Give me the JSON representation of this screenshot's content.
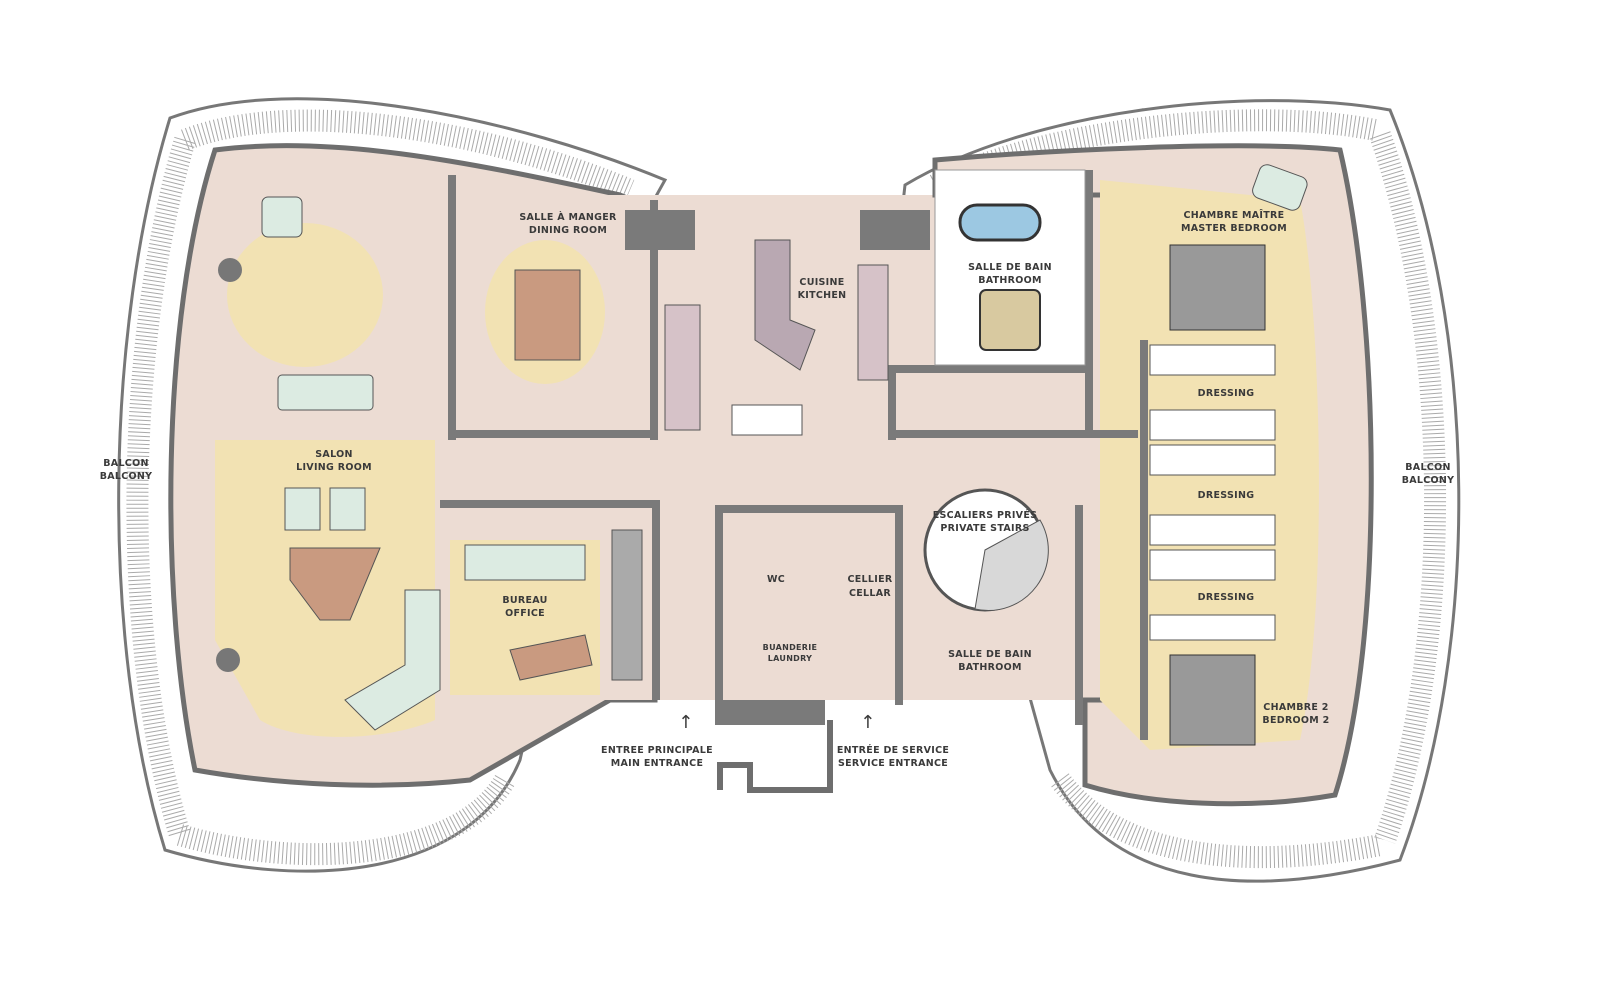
{
  "plan": {
    "colors": {
      "floor": "#ecdcd3",
      "rug": "#f2e2b3",
      "wall": "#777777",
      "balcony": "#ffffff",
      "furniture": "#dcebe2",
      "wood": "#c99a80"
    },
    "rooms": {
      "dining": {
        "fr": "SALLE À MANGER",
        "en": "DINING ROOM"
      },
      "kitchen": {
        "fr": "CUISINE",
        "en": "KITCHEN"
      },
      "bath_top": {
        "fr": "SALLE DE BAIN",
        "en": "BATHROOM"
      },
      "master": {
        "fr": "CHAMBRE MAÎTRE",
        "en": "MASTER BEDROOM"
      },
      "dressing": [
        "DRESSING",
        "DRESSING",
        "DRESSING"
      ],
      "balcony_left": {
        "fr": "BALCON",
        "en": "BALCONY"
      },
      "balcony_right": {
        "fr": "BALCON",
        "en": "BALCONY"
      },
      "living": {
        "fr": "SALON",
        "en": "LIVING ROOM"
      },
      "office": {
        "fr": "BUREAU",
        "en": "OFFICE"
      },
      "wc": "WC",
      "cellar": {
        "fr": "CELLIER",
        "en": "CELLAR"
      },
      "laundry": {
        "fr": "BUANDERIE",
        "en": "LAUNDRY"
      },
      "stairs": {
        "fr": "ESCALIERS PRIVÉS",
        "en": "PRIVATE STAIRS"
      },
      "bath_bottom": {
        "fr": "SALLE DE BAIN",
        "en": "BATHROOM"
      },
      "bedroom2": {
        "fr": "CHAMBRE 2",
        "en": "BEDROOM 2"
      },
      "main_entrance": {
        "fr": "ENTREE PRINCIPALE",
        "en": "MAIN ENTRANCE"
      },
      "service_entrance": {
        "fr": "ENTRÉE DE SERVICE",
        "en": "SERVICE ENTRANCE"
      }
    }
  }
}
